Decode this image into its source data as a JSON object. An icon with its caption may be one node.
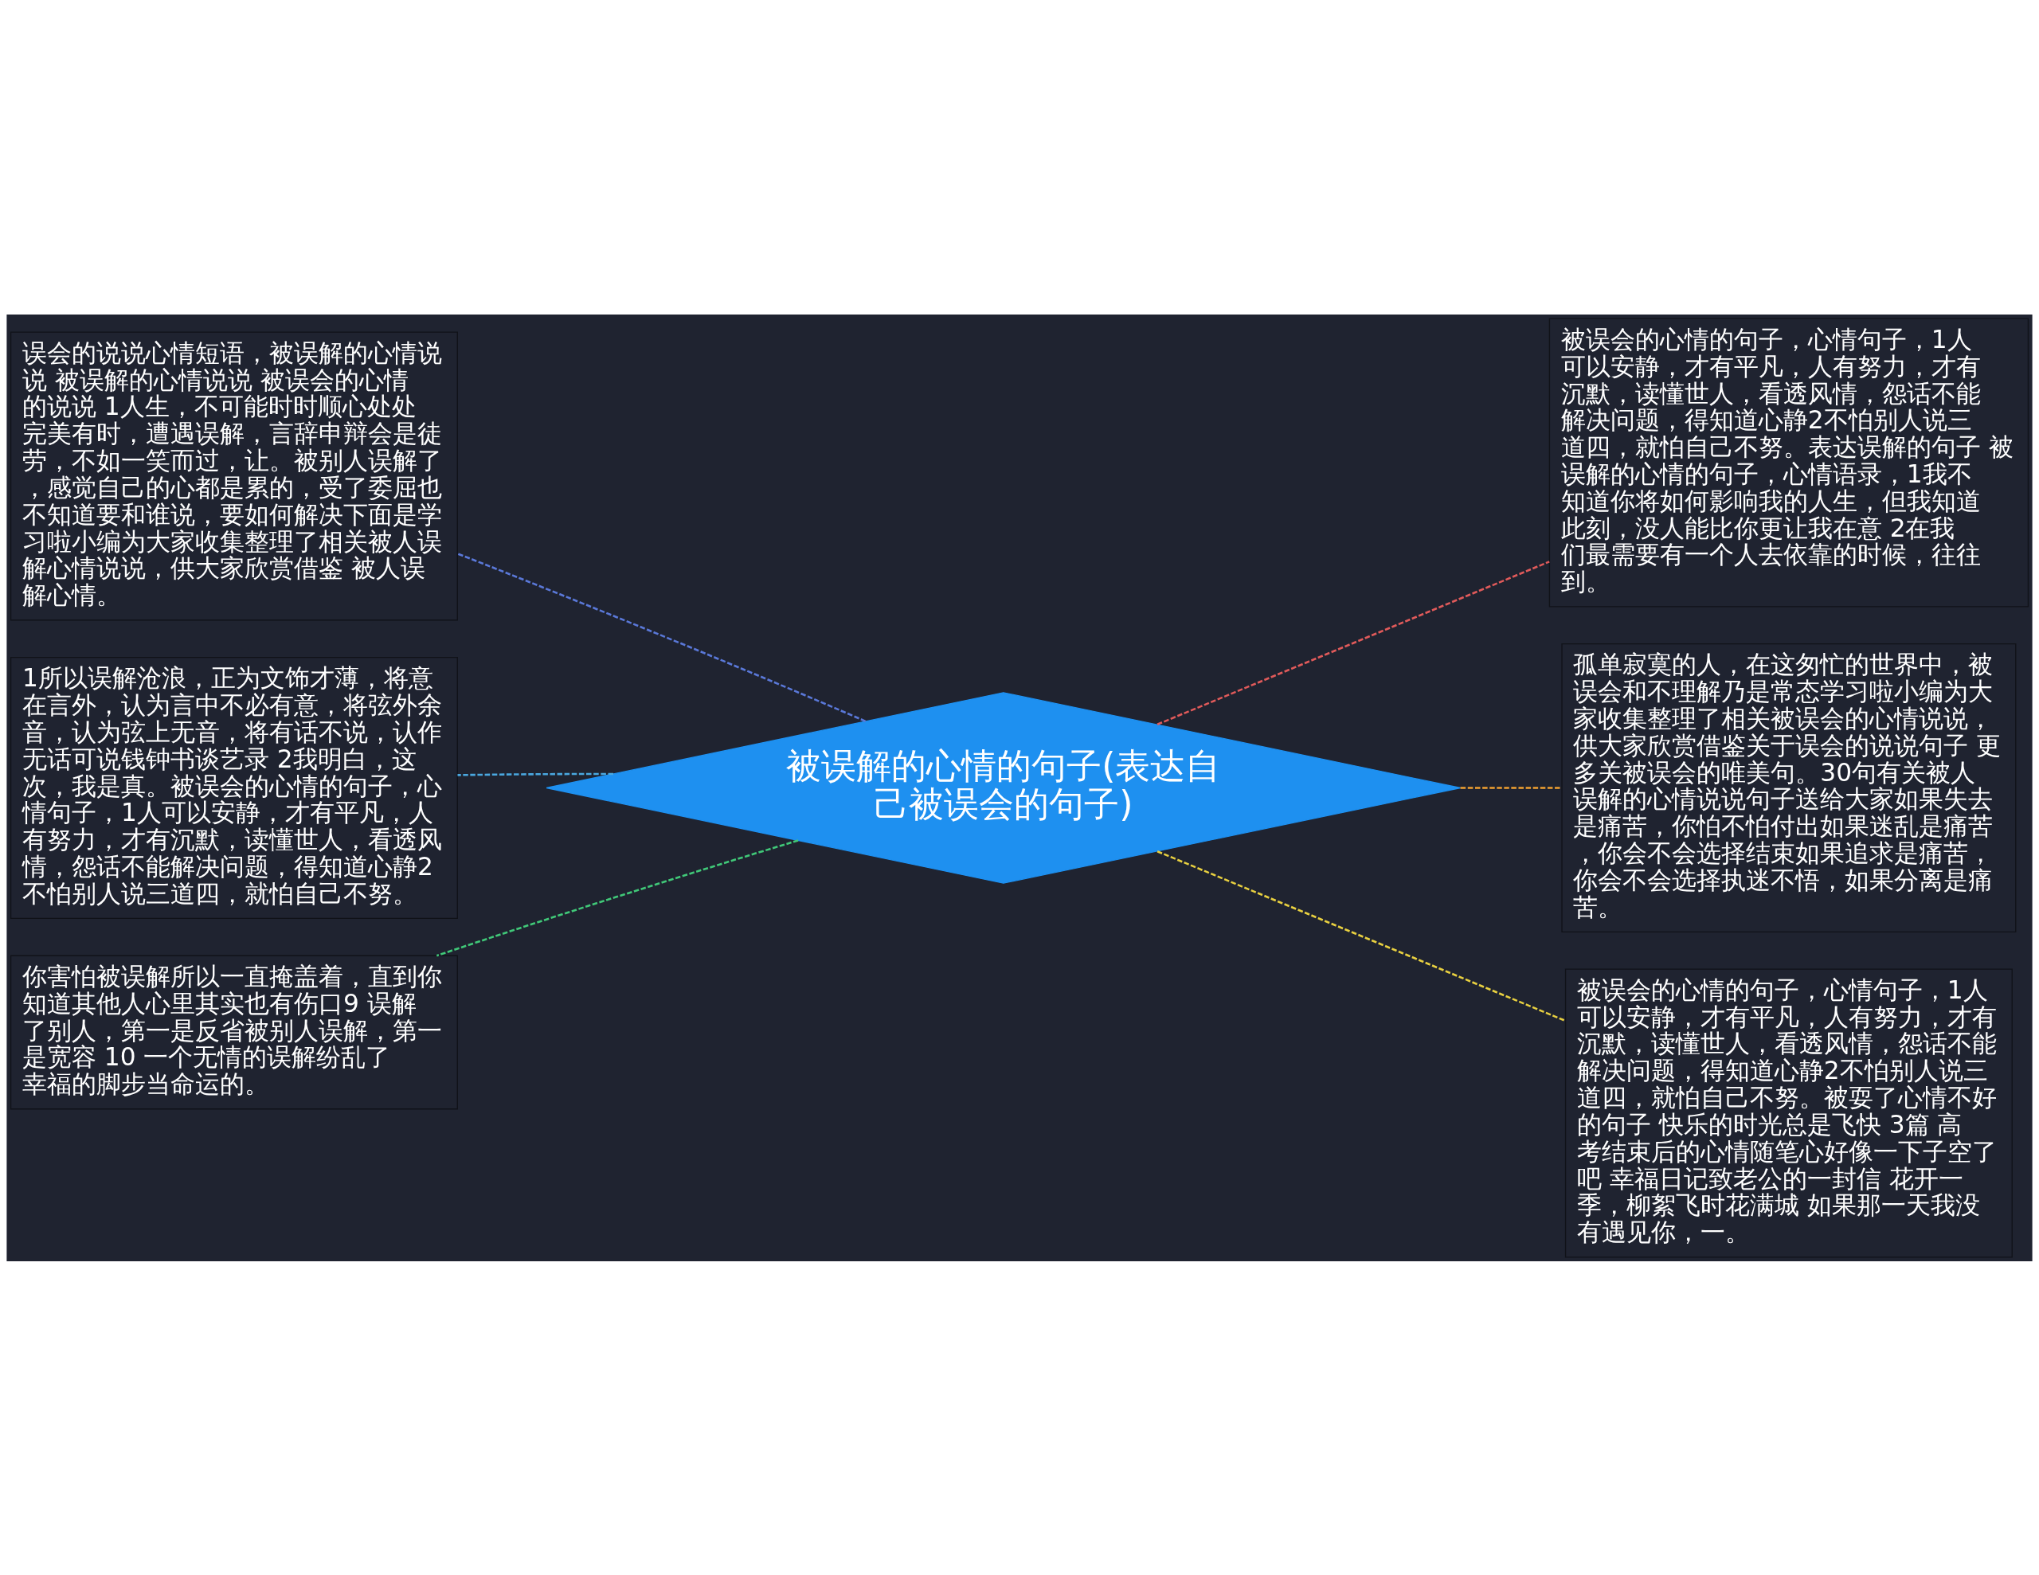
{
  "diagram": {
    "nodes": [
      {
        "text": [
          "被误解的心情的句子(表达自己被误会的句子)"
        ]
      },
      {
        "text": [
          "误会的说说心情短语，被误解的心情说说 被误解的心情说说 被误会的心情的说说 1人生，不可能时时顺心处处完美有时，遭遇误解，言辞申辩会是徒劳，不如一笑而过，让。被别人误解了，感觉自己的心都是累的，受了委屈也不知道要和谁说，要如何解决下面是学习啦小编为大家收集整理了相关被人误解心情说说，供大家欣赏借鉴 被人误解心情。"
        ]
      },
      {
        "text": [
          "1所以误解沧浪，正为文饰才薄，将意在言外，认为言中不必有意，将弦外余音，认为弦上无音，将有话不说，认作无话可说钱钟书谈艺录 2我明白，这次，我是真。被误会的心情的句子，心情句子，1人可以安静，才有平凡，人有努力，才有沉默，读懂世人，看透风情，怨话不能解决问题，得知道心静2不怕别人说三道四，就怕自己不努。"
        ]
      },
      {
        "text": [
          "你害怕被误解所以一直掩盖着，直到你知道其他人心里其实也有伤口9 误解了别人，第一是反省被别人误解，第一是宽容 10 一个无情的误解纷乱了幸福的脚步当命运的。"
        ]
      },
      {
        "text": [
          "被误会的心情的句子，心情句子，1人可以安静，才有平凡，人有努力，才有沉默，读懂世人，看透风情，怨话不能解决问题，得知道心静2不怕别人说三道四，就怕自己不努。表达误解的句子 被误解的心情的句子，心情语录，1我不知道你将如何影响我的人生，但我知道此刻，没人能比你更让我在意 2在我们最需要有一个人去依靠的时候，往往到。"
        ]
      },
      {
        "text": [
          "孤单寂寞的人，在这匆忙的世界中，被误会和不理解乃是常态学习啦小编为大家收集整理了相关被误会的心情说说，供大家欣赏借鉴关于误会的说说句子 更多关被误会的唯美句。30句有关被人误解的心情说说句子送给大家如果失去是痛苦，你怕不怕付出如果迷乱是痛苦，你会不会选择结束如果追求是痛苦，你会不会选择执迷不悟，如果分离是痛苦。"
        ]
      },
      {
        "text": [
          "被误会的心情的句子，心情句子，1人可以安静，才有平凡，人有努力，才有沉默，读懂世人，看透风情，怨话不能解决问题，得知道心静2不怕别人说三道四，就怕自己不努。被耍了心情不好的句子 快乐的时光总是飞快 3篇 高考结束后的心情随笔心好像一下子空了吧 幸福日记致老公的一封信 花开一季，柳絮飞时花满城 如果那一天我没有遇见你，一。"
        ]
      }
    ],
    "edges": [
      {
        "from": 0,
        "to": 1,
        "arrow": "none",
        "style": "dashed",
        "color": "#5a78d8"
      },
      {
        "from": 0,
        "to": 2,
        "arrow": "none",
        "style": "dashed",
        "color": "#4aa8e0"
      },
      {
        "from": 0,
        "to": 3,
        "arrow": "none",
        "style": "dashed",
        "color": "#40c878"
      },
      {
        "from": 0,
        "to": 4,
        "arrow": "none",
        "style": "dashed",
        "color": "#e05a5a"
      },
      {
        "from": 0,
        "to": 5,
        "arrow": "none",
        "style": "dashed",
        "color": "#f0a030"
      },
      {
        "from": 0,
        "to": 6,
        "arrow": "none",
        "style": "dashed",
        "color": "#e8d040"
      }
    ]
  }
}
